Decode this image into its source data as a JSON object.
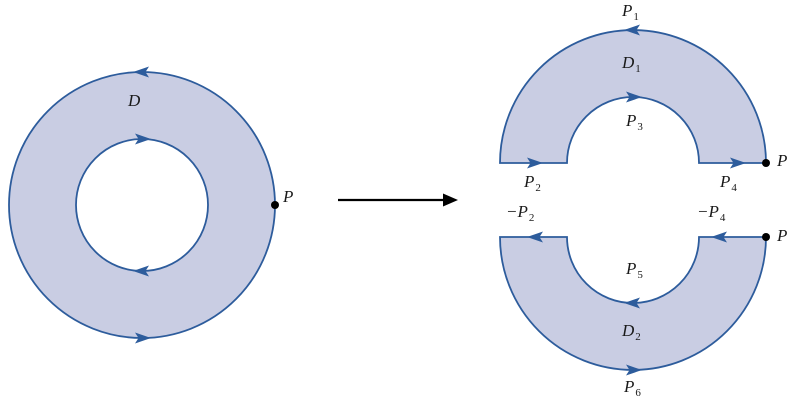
{
  "figure": {
    "left": {
      "region_label": "D",
      "point_label": "P"
    },
    "right": {
      "top": {
        "region_label": {
          "main": "D",
          "sub": "1"
        },
        "outer_path_label": {
          "main": "P",
          "sub": "1"
        },
        "inner_path_label": {
          "main": "P",
          "sub": "3"
        },
        "left_segment_label": {
          "main": "P",
          "sub": "2"
        },
        "right_segment_label": {
          "main": "P",
          "sub": "4"
        },
        "point_label": "P"
      },
      "bottom": {
        "region_label": {
          "main": "D",
          "sub": "2"
        },
        "outer_path_label": {
          "main": "P",
          "sub": "6"
        },
        "inner_path_label": {
          "main": "P",
          "sub": "5"
        },
        "left_segment_label": {
          "main": "−P",
          "sub": "2"
        },
        "right_segment_label": {
          "main": "−P",
          "sub": "4"
        },
        "point_label": "P"
      }
    }
  },
  "colors": {
    "region-fill": "#c9cde3",
    "curve-stroke": "#2d5c9c",
    "label-color": "#1a1a1a",
    "arrow-color": "#000000",
    "background": "#ffffff"
  }
}
